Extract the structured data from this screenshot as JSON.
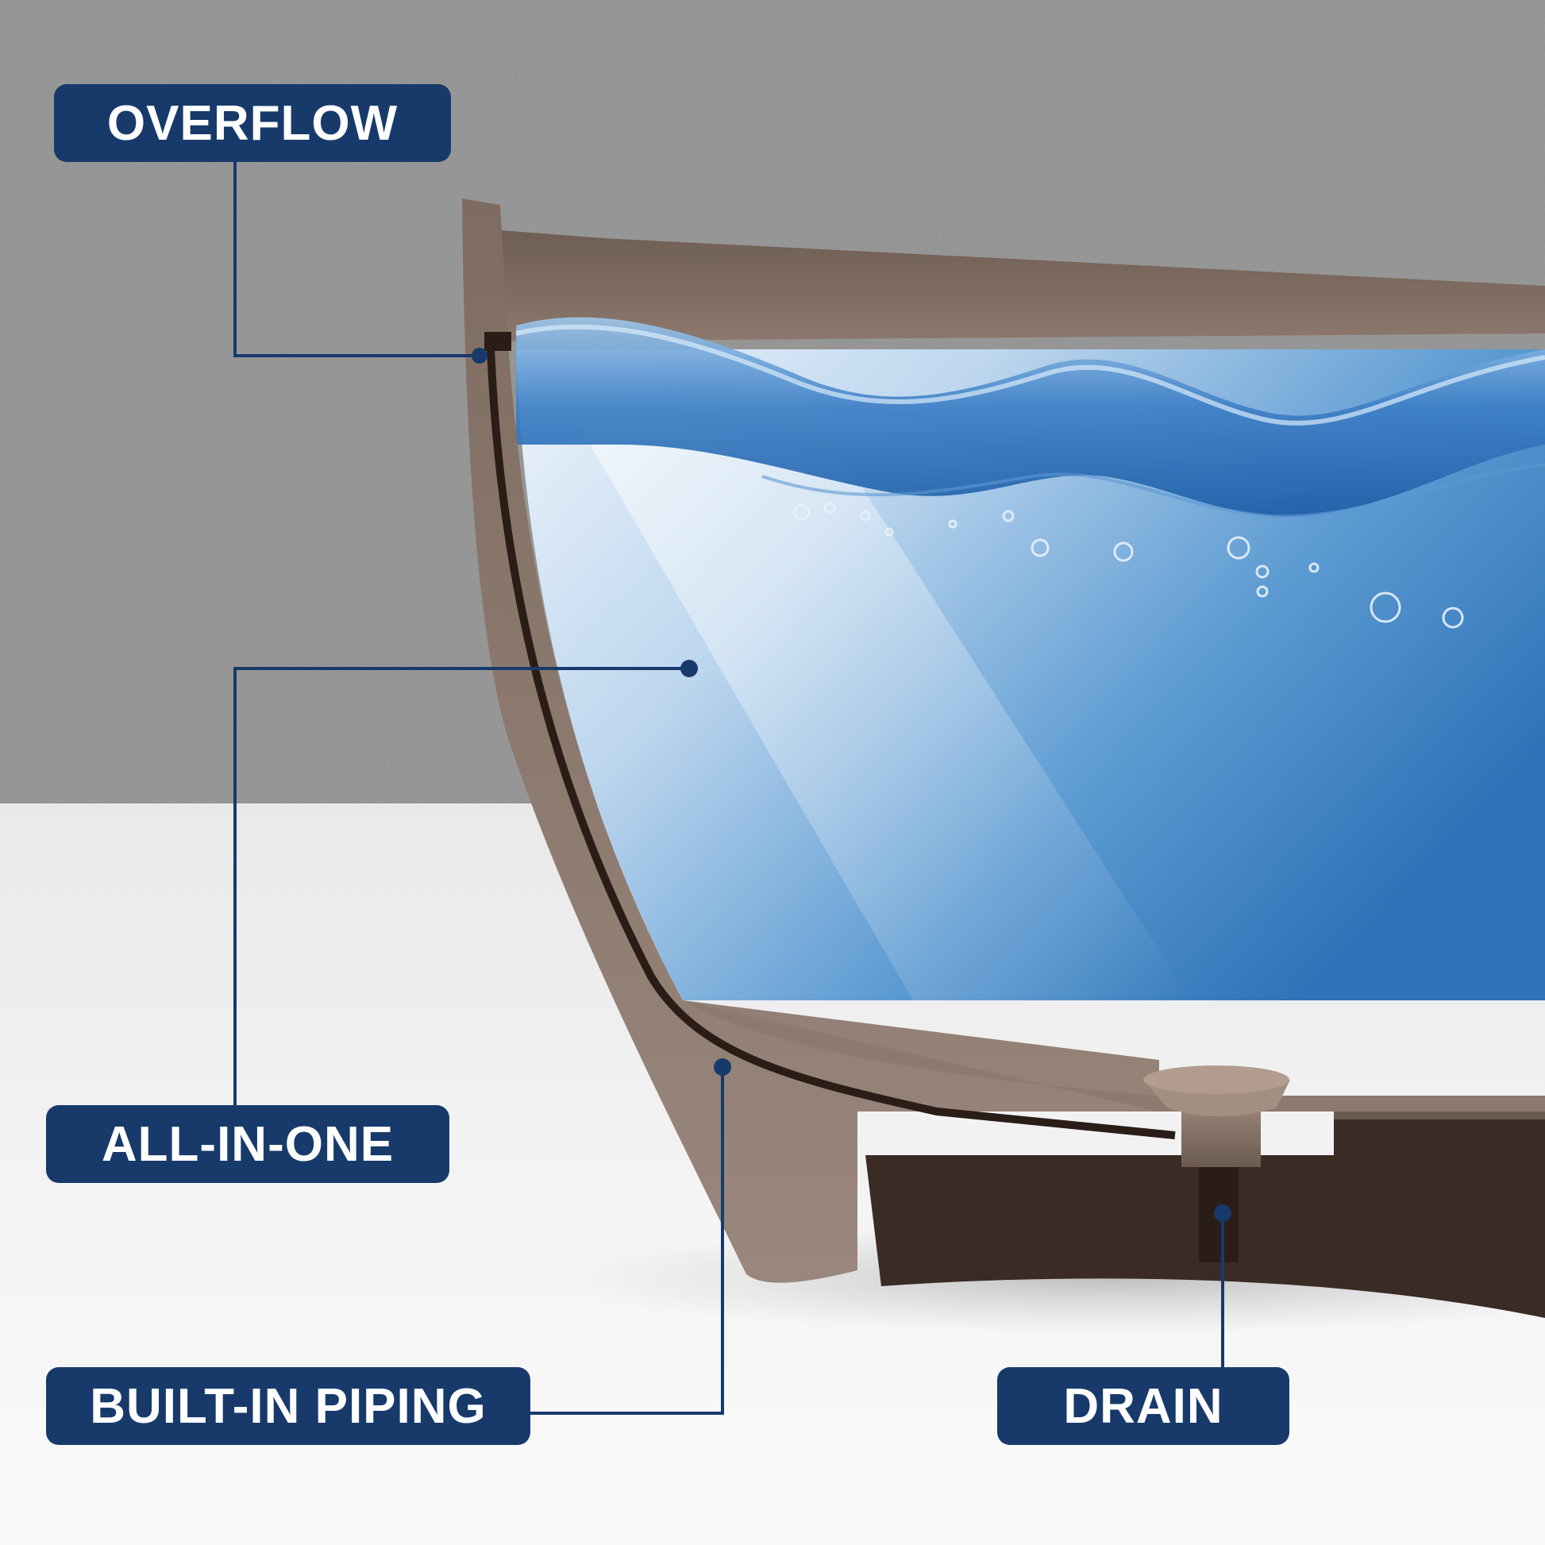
{
  "labels": {
    "overflow": "OVERFLOW",
    "all_in_one": "ALL-IN-ONE",
    "built_in_piping": "BUILT-IN PIPING",
    "drain": "DRAIN"
  },
  "colors": {
    "label_bg": "#173a6b",
    "label_text": "#ffffff",
    "callout_line": "#173a6b",
    "tub_shell": "#8a766b",
    "tub_dark": "#3a2b24",
    "water_light": "#e4eef8",
    "water_deep": "#2f78bd",
    "wall": "#8e8e8e",
    "floor": "#f2f2f2"
  }
}
